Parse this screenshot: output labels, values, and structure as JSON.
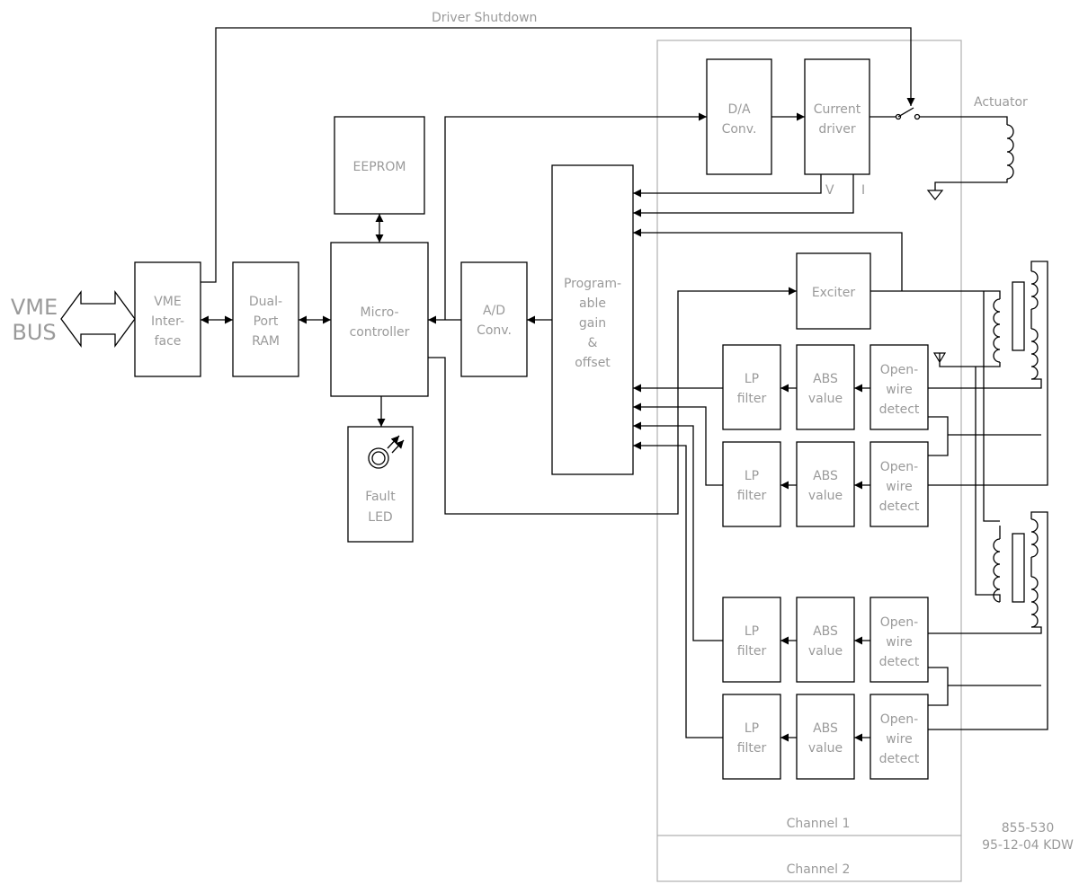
{
  "vme_bus": [
    "VME",
    "BUS"
  ],
  "blocks": {
    "vme_interface": [
      "VME",
      "Inter-",
      "face"
    ],
    "dual_port_ram": [
      "Dual-",
      "Port",
      "RAM"
    ],
    "microcontroller": [
      "Micro-",
      "controller"
    ],
    "eeprom": [
      "EEPROM"
    ],
    "fault_led": [
      "Fault",
      "LED"
    ],
    "ad_conv": [
      "A/D",
      "Conv."
    ],
    "prog_gain": [
      "Program-",
      "able",
      "gain",
      "&",
      "offset"
    ],
    "da_conv": [
      "D/A",
      "Conv."
    ],
    "current_driver": [
      "Current",
      "driver"
    ],
    "exciter": [
      "Exciter"
    ],
    "lp_filter": [
      "LP",
      "filter"
    ],
    "abs_value": [
      "ABS",
      "value"
    ],
    "open_wire": [
      "Open-",
      "wire",
      "detect"
    ]
  },
  "labels": {
    "driver_shutdown": "Driver Shutdown",
    "actuator": "Actuator",
    "v": "V",
    "i": "I",
    "channel1": "Channel 1",
    "channel2": "Channel 2",
    "drawing_no": "855-530",
    "drawing_date": "95-12-04 KDW"
  }
}
